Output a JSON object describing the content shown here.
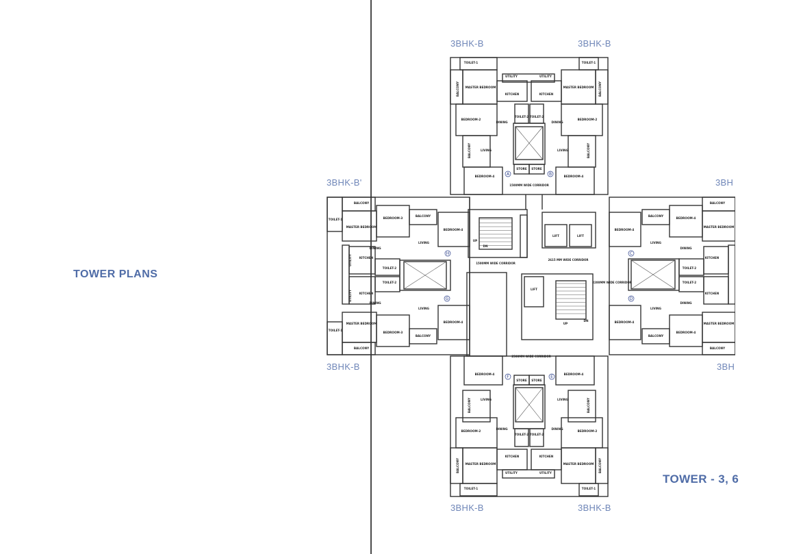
{
  "page": {
    "section_title": "TOWER PLANS",
    "tower_label": "TOWER - 3, 6"
  },
  "unit_tags": {
    "top_left": "3BHK-B",
    "top_right": "3BHK-B",
    "mid_left_top": "3BHK-B'",
    "mid_left_bottom": "3BHK-B",
    "mid_right_top": "3BH",
    "mid_right_bottom": "3BH",
    "bottom_left": "3BHK-B",
    "bottom_right": "3BHK-B"
  },
  "rooms": {
    "master_bedroom": "MASTER BEDROOM",
    "bedroom2": "BEDROOM-2",
    "bedroom3": "BEDROOM-3",
    "bedroom4": "BEDROOM-4",
    "balcony": "BALCONY",
    "toilet1": "TOILET-1",
    "toilet2": "TOILET-2",
    "kitchen": "KITCHEN",
    "utility": "UTILITY",
    "dining": "DINING",
    "living": "LIVING",
    "store": "STORE",
    "lift": "LIFT",
    "up": "UP",
    "dn": "DN"
  },
  "corridors": {
    "north": "1500MM WIDE CORRIDOR",
    "west": "1500MM WIDE CORRIDOR",
    "center": "2615 MM WIDE CORRIDOR",
    "east": "2200MM WIDE CORRIDOR",
    "south": "2500MM WIDE CORRIDOR"
  },
  "flat_letters": [
    "A",
    "B",
    "C",
    "D",
    "E",
    "F",
    "G",
    "H"
  ],
  "colors": {
    "accent_title": "#4f6ca7",
    "unit_tag": "#6f86b8",
    "wall": "#333333",
    "divider": "#4a4a4a"
  }
}
